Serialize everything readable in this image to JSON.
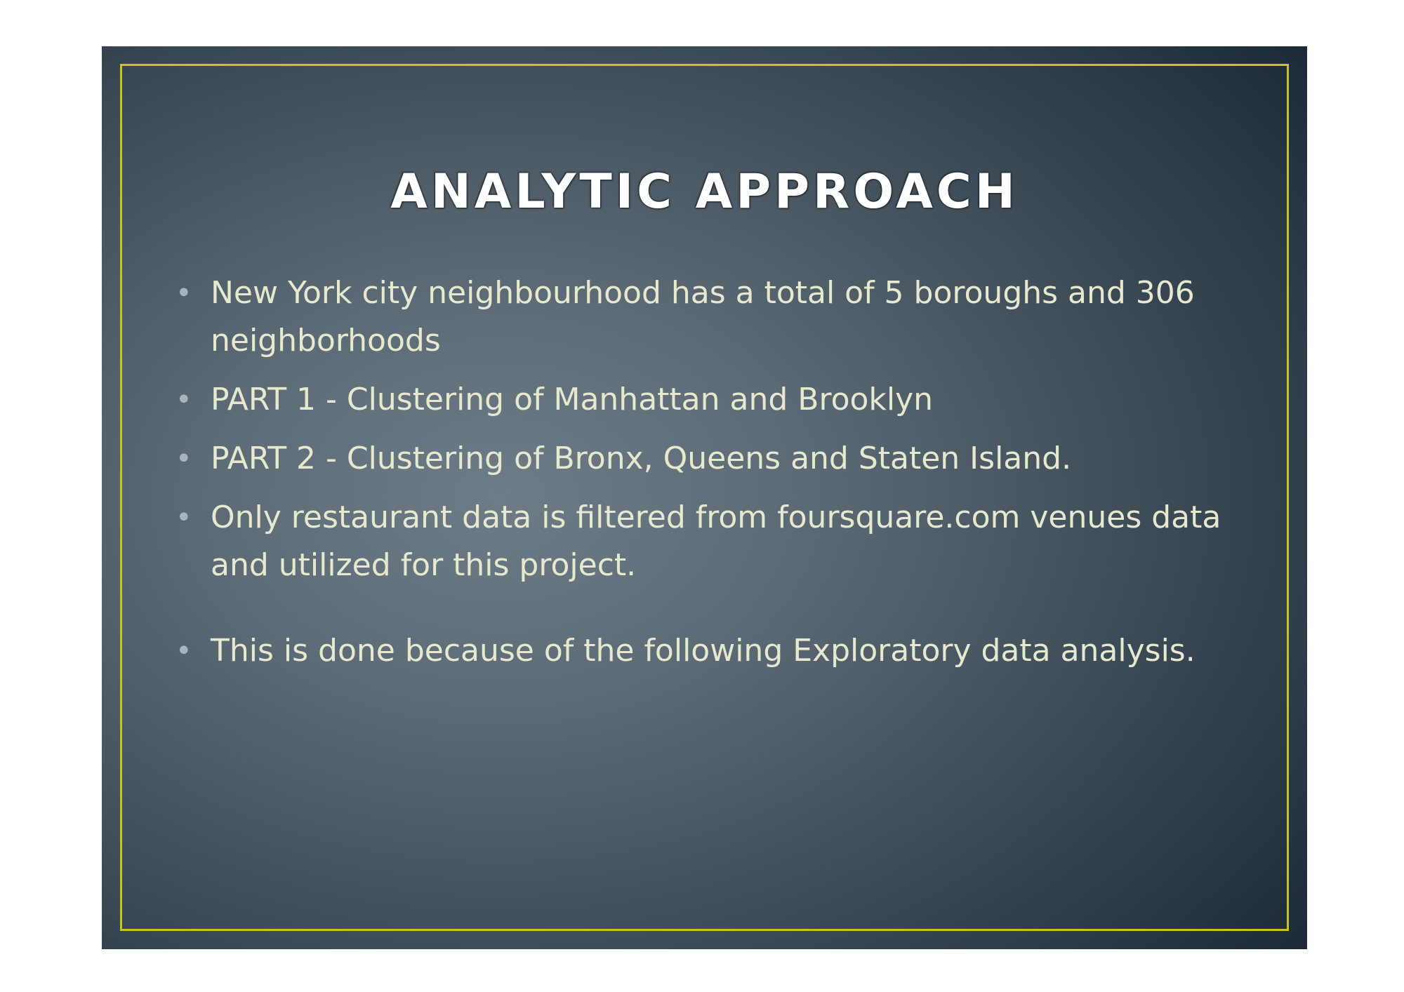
{
  "slide": {
    "title": "ANALYTIC APPROACH",
    "bullets": [
      "New York city neighbourhood  has a total of 5 boroughs and 306 neighborhoods",
      "PART 1 - Clustering of Manhattan and Brooklyn",
      "PART 2 - Clustering of Bronx, Queens and Staten Island.",
      "Only restaurant data is filtered from foursquare.com venues data and utilized for this project.",
      "This is done because of the following Exploratory data analysis."
    ],
    "colors": {
      "frame": "#c9c321",
      "text": "#e6e9cf",
      "title": "#ffffff",
      "background_center": "#6e7c87",
      "background_edge": "#1d2a38"
    }
  }
}
